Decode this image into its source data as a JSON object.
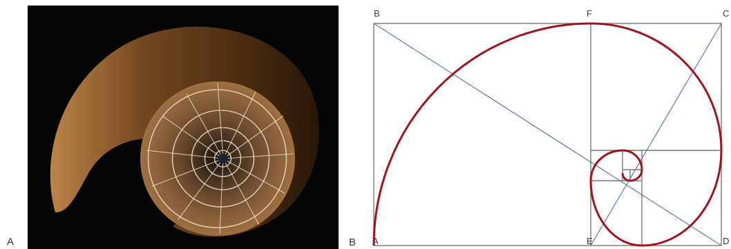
{
  "panels": {
    "a": {
      "letter": "A"
    },
    "b": {
      "letter": "B"
    }
  },
  "diagram": {
    "points": {
      "A": "A",
      "B": "B",
      "C": "C",
      "D": "D",
      "E": "E",
      "F": "F"
    }
  },
  "colors": {
    "spiral": "#a0131c",
    "rectangles": "#777777",
    "diagonals": "#5a7aa0",
    "shell_background": "#050505"
  }
}
